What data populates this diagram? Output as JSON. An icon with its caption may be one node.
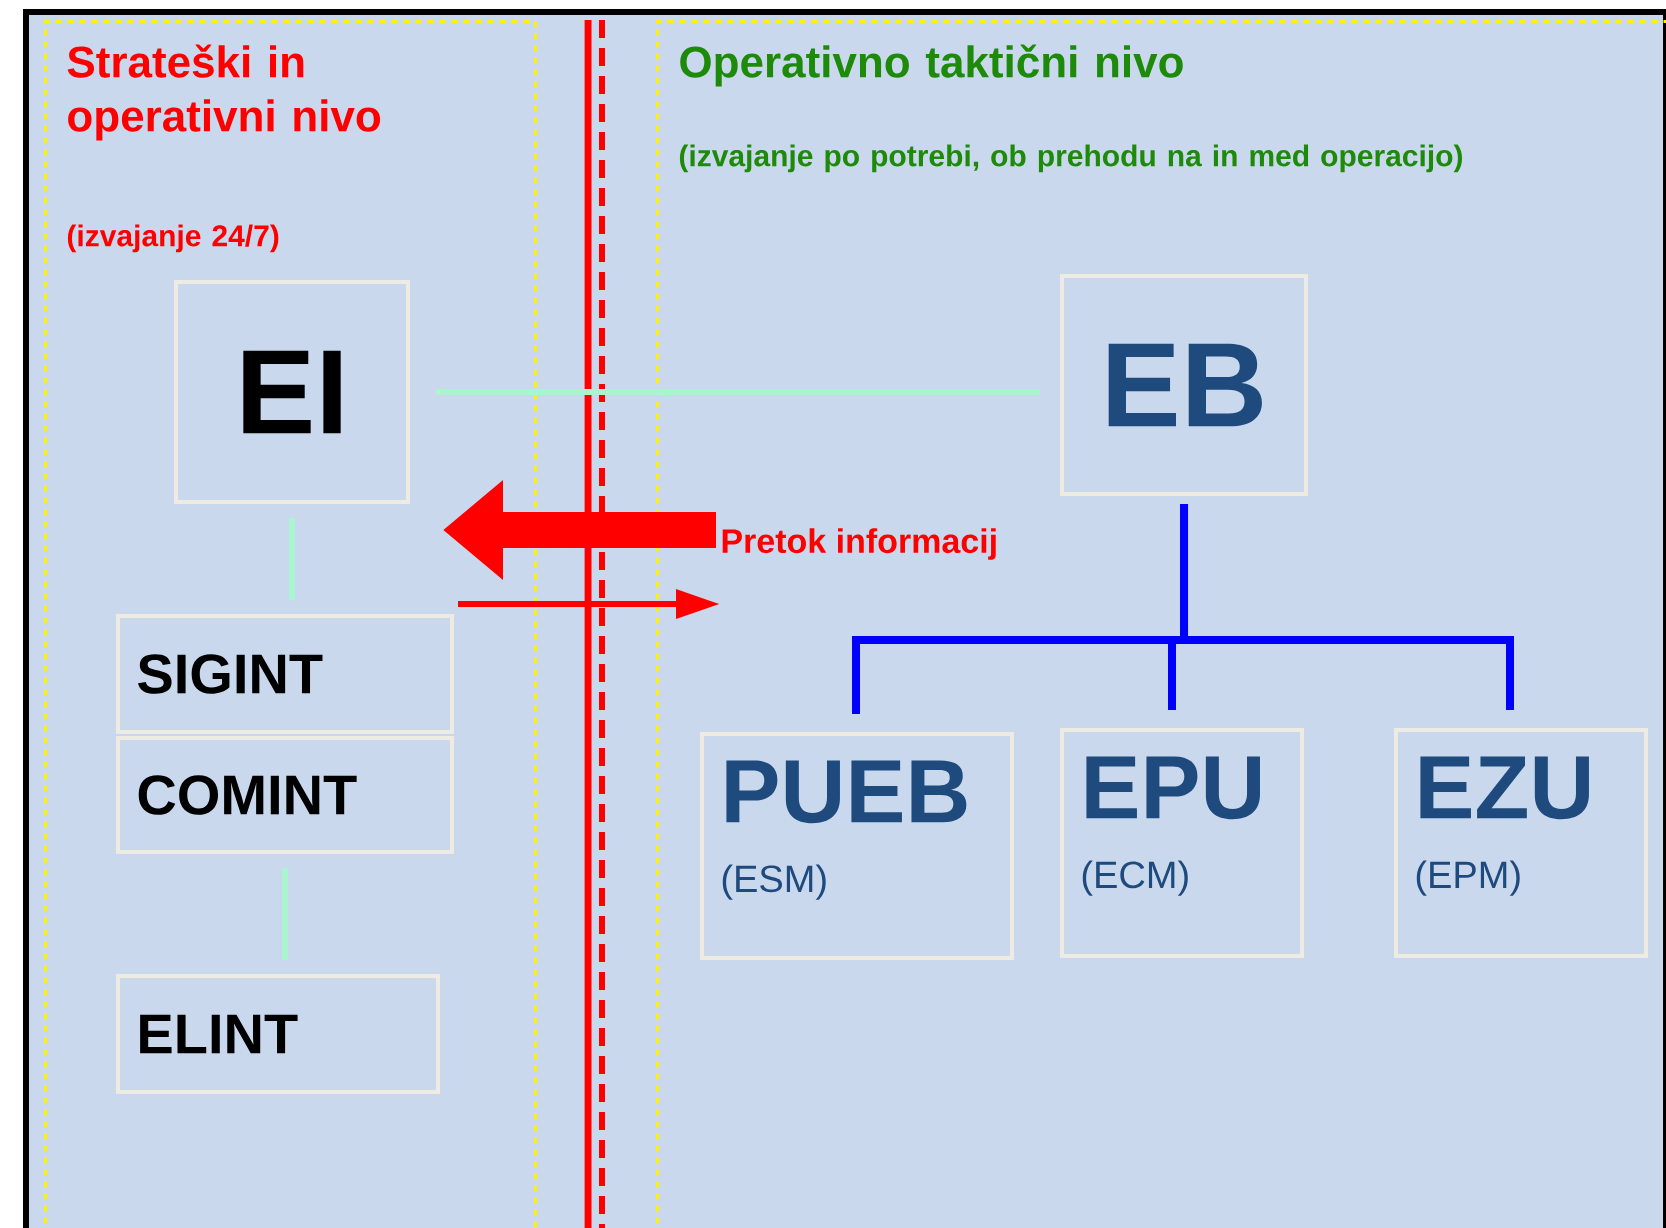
{
  "diagram": {
    "nodes": [
      {
        "text": [
          "Strateški in operativni nivo",
          "(izvajanje 24/7)"
        ]
      },
      {
        "text": [
          "EI"
        ],
        "in": 0
      },
      {
        "text": [
          "SIGINT"
        ],
        "in": 0
      },
      {
        "text": [
          "COMINT"
        ],
        "in": 0
      },
      {
        "text": [
          "ELINT"
        ],
        "in": 0
      },
      {
        "text": [
          "Operativno taktični nivo",
          "(izvajanje po potrebi, ob prehodu na in med operacijo)"
        ]
      },
      {
        "text": [
          "EB"
        ],
        "in": 5
      },
      {
        "text": [
          "PUEB",
          "(ESM)"
        ],
        "in": 5
      },
      {
        "text": [
          "EPU",
          "(ECM)"
        ],
        "in": 5
      },
      {
        "text": [
          "EZU",
          "(EPM)"
        ],
        "in": 5
      }
    ],
    "edges": [
      {
        "from": 1,
        "to": 6,
        "arrow": "none",
        "color": "#aaf5d0"
      },
      {
        "from": 1,
        "to": 2,
        "arrow": "none",
        "color": "#aaf5d0"
      },
      {
        "from": 3,
        "to": 4,
        "arrow": "none",
        "color": "#aaf5d0"
      },
      {
        "from": 6,
        "to": 7,
        "arrow": "none",
        "color": "#0000ff"
      },
      {
        "from": 6,
        "to": 8,
        "arrow": "none",
        "color": "#0000ff"
      },
      {
        "from": 6,
        "to": 9,
        "arrow": "none",
        "color": "#0000ff"
      },
      {
        "from": 5,
        "to": 0,
        "arrow": "to",
        "style": "thick",
        "color": "#ff0000",
        "label": "Pretok informacij"
      },
      {
        "from": 2,
        "to": 5,
        "arrow": "to",
        "color": "#ff0000"
      }
    ]
  }
}
